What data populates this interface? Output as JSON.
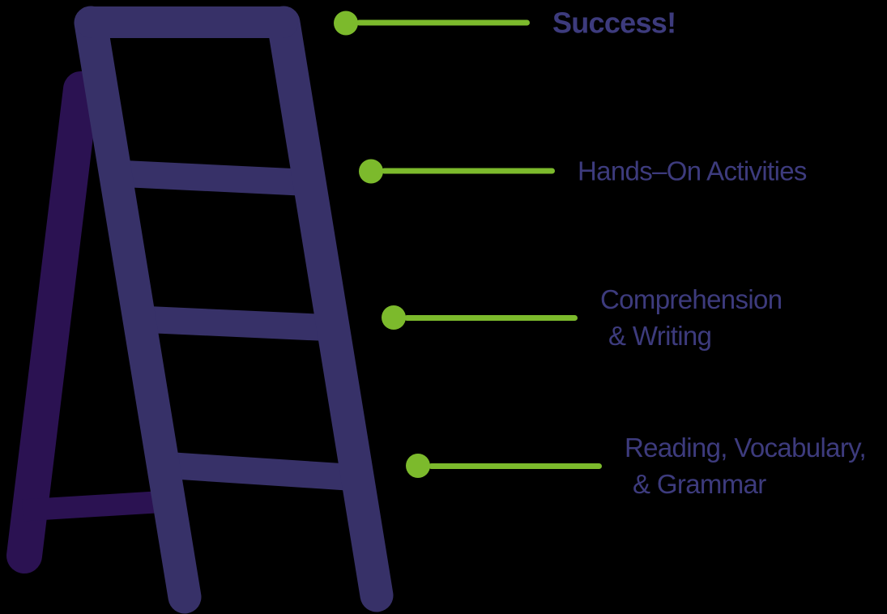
{
  "colors": {
    "background": "#000000",
    "ladder_front": "#373168",
    "ladder_back": "#2b1252",
    "label_text": "#3d3b7d",
    "accent_green": "#7cba2c"
  },
  "diagram": {
    "description": "Ladder infographic with four callouts from bottom step to top",
    "callouts": [
      {
        "line1": "Success!",
        "emphasis": true
      },
      {
        "line1": "Hands–On Activities"
      },
      {
        "line1": "Comprehension",
        "line2": "& Writing"
      },
      {
        "line1": "Reading, Vocabulary,",
        "line2": "& Grammar"
      }
    ]
  }
}
